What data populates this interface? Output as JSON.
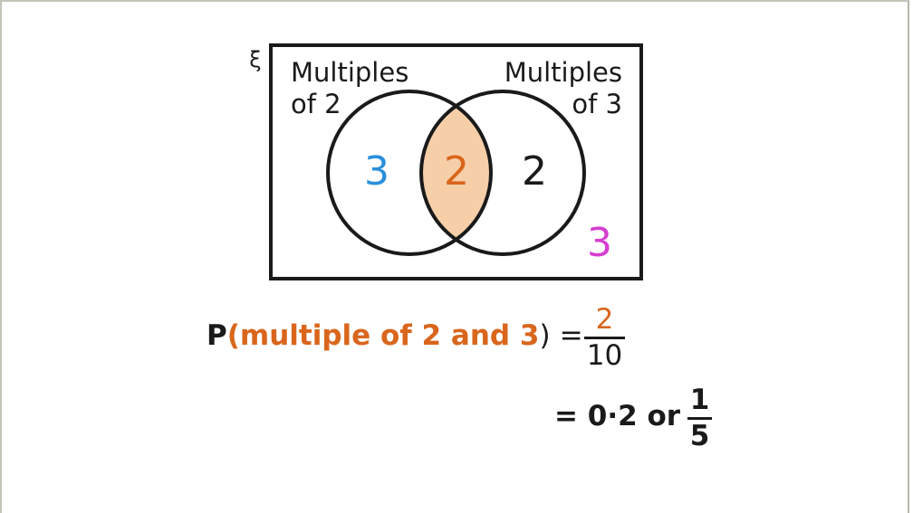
{
  "diagram": {
    "type": "venn",
    "universal_symbol": "ξ",
    "sets": [
      {
        "label_line1": "Multiples",
        "label_line2": "of 2",
        "only_count": "3",
        "only_color": "#2a8fdc"
      },
      {
        "label_line1": "Multiples",
        "label_line2": "of 3",
        "only_count": "2",
        "only_color": "#1a1a1a"
      }
    ],
    "intersection": {
      "count": "2",
      "color": "#d9661c",
      "fill": "#f6cfa8"
    },
    "outside": {
      "count": "3",
      "color": "#d63ed0"
    }
  },
  "equation": {
    "line1": {
      "p": "P",
      "open_paren": "(",
      "event": "multiple of 2 and 3",
      "close_paren": ")",
      "equals": "=",
      "fraction": {
        "numerator": "2",
        "denominator": "10"
      }
    },
    "line2": {
      "equals": "=",
      "decimal": "0·2",
      "or": "or",
      "fraction": {
        "numerator": "1",
        "denominator": "5"
      }
    }
  },
  "colors": {
    "accent_orange": "#d9661c",
    "intersection_fill": "#f6cfa8",
    "blue": "#2a8fdc",
    "magenta": "#d63ed0",
    "ink": "#1a1a1a"
  }
}
